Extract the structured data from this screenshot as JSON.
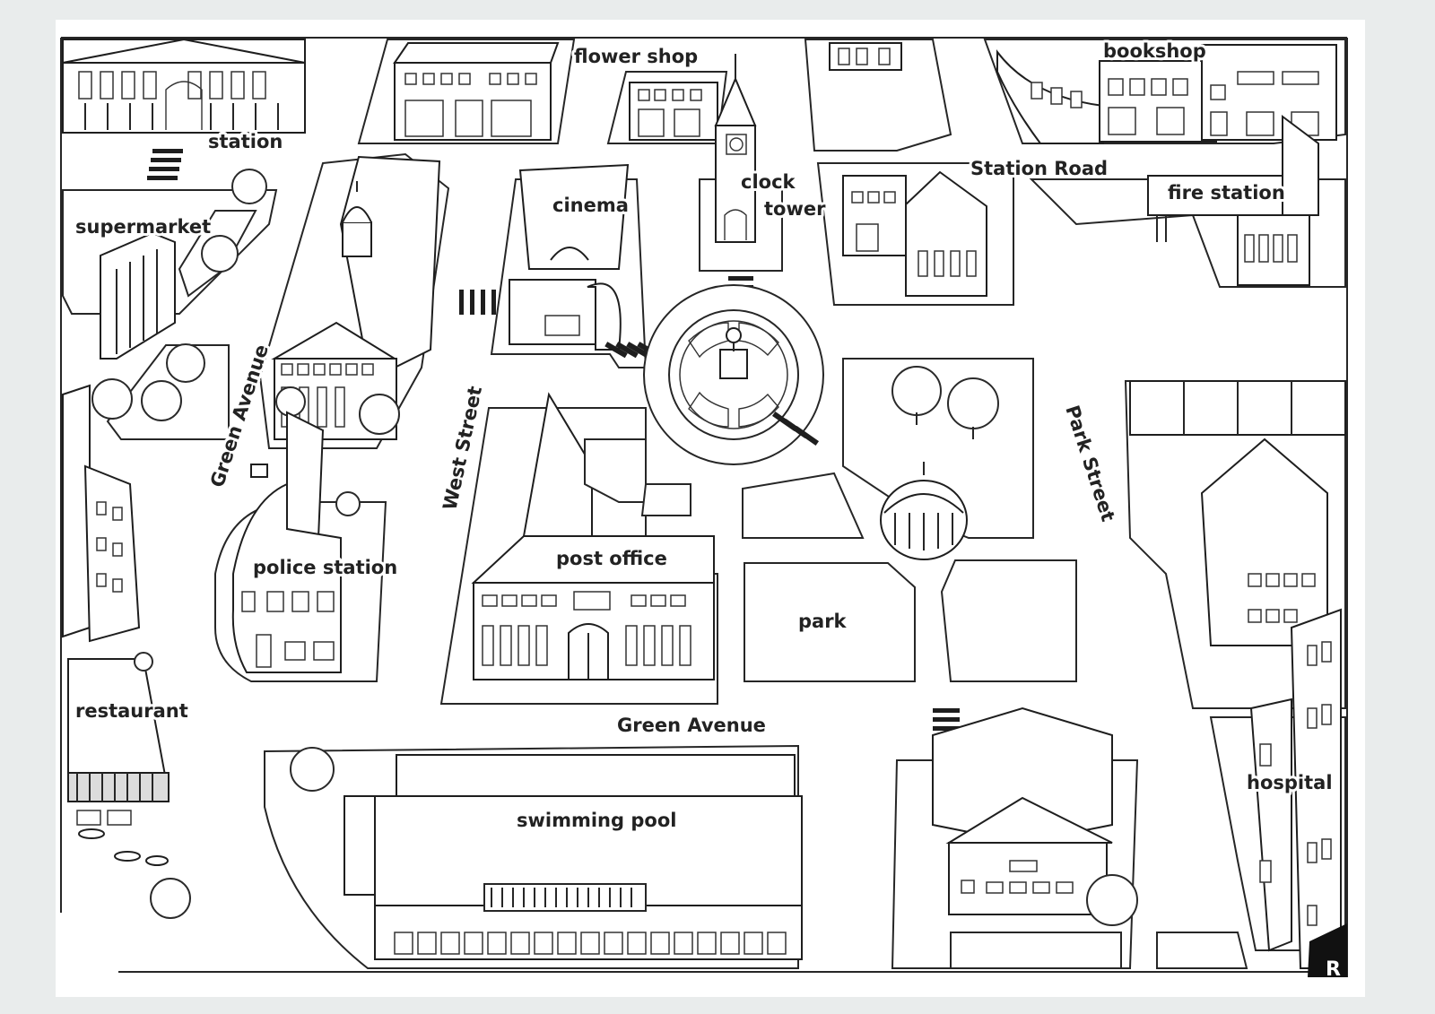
{
  "map": {
    "buildings": {
      "station": "station",
      "flower_shop": "flower shop",
      "bookshop": "bookshop",
      "supermarket": "supermarket",
      "cinema": "cinema",
      "clock_tower_line1": "clock",
      "clock_tower_line2": "tower",
      "fire_station": "fire station",
      "police_station": "police station",
      "post_office": "post office",
      "park": "park",
      "restaurant": "restaurant",
      "swimming_pool": "swimming pool",
      "hospital": "hospital"
    },
    "streets": {
      "station_road": "Station Road",
      "green_avenue_vertical": "Green Avenue",
      "green_avenue_horizontal": "Green Avenue",
      "west_street": "West Street",
      "park_street": "Park Street"
    },
    "corner_mark": "R"
  }
}
